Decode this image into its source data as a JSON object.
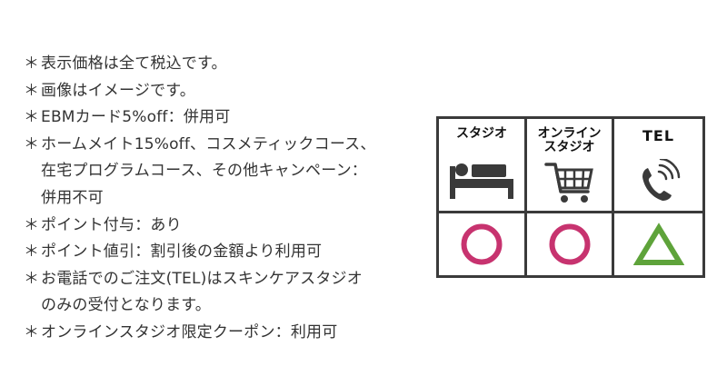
{
  "notes": [
    {
      "mark": "＊",
      "lines": [
        "表示価格は全て税込です。"
      ]
    },
    {
      "mark": "＊",
      "lines": [
        "画像はイメージです。"
      ]
    },
    {
      "mark": "＊",
      "lines": [
        "EBMカード5%off：併用可"
      ]
    },
    {
      "mark": "＊",
      "lines": [
        "ホームメイト15%off、コスメティックコース、",
        "在宅プログラムコース、その他キャンペーン：",
        "併用不可"
      ]
    },
    {
      "mark": "＊",
      "lines": [
        "ポイント付与：あり"
      ]
    },
    {
      "mark": "＊",
      "lines": [
        "ポイント値引：割引後の金額より利用可"
      ]
    },
    {
      "mark": "＊",
      "lines": [
        "お電話でのご注文(TEL)はスキンケアスタジオ",
        "のみの受付となります。"
      ]
    },
    {
      "mark": "＊",
      "lines": [
        "オンラインスタジオ限定クーポン：利用可"
      ]
    }
  ],
  "table": {
    "columns": [
      {
        "label_lines": [
          "スタジオ"
        ],
        "icon": "bed-icon",
        "availability": "circle"
      },
      {
        "label_lines": [
          "オンライン",
          "スタジオ"
        ],
        "icon": "shopping-cart-icon",
        "availability": "circle"
      },
      {
        "label_lines": [
          "TEL"
        ],
        "icon": "phone-icon",
        "availability": "triangle"
      }
    ],
    "colors": {
      "border": "#3a3a3a",
      "icon": "#3a3a3a",
      "circle": "#c7336f",
      "triangle": "#5ea33a"
    }
  }
}
